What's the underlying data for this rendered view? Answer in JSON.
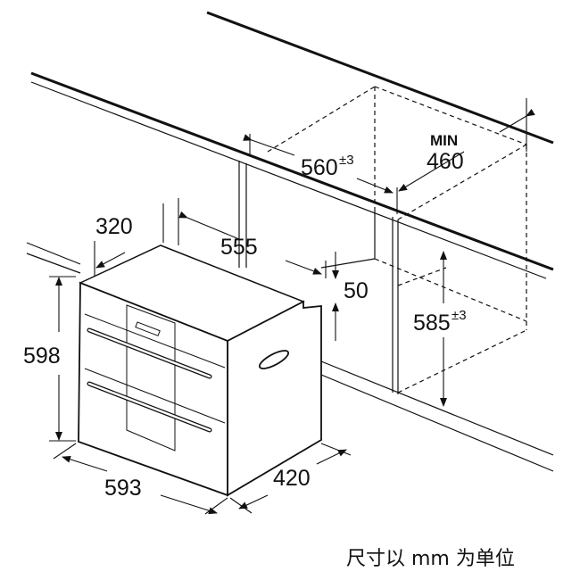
{
  "diagram": {
    "dimensions": {
      "depth_top": "320",
      "depth_total": "555",
      "niche_width": "560",
      "niche_width_tol": "±3",
      "min_label": "MIN",
      "niche_depth": "460",
      "front_offset": "50",
      "height": "598",
      "niche_height": "585",
      "niche_height_tol": "±3",
      "width": "593",
      "side_depth": "420"
    },
    "caption": "尺寸以 mm 为单位"
  }
}
